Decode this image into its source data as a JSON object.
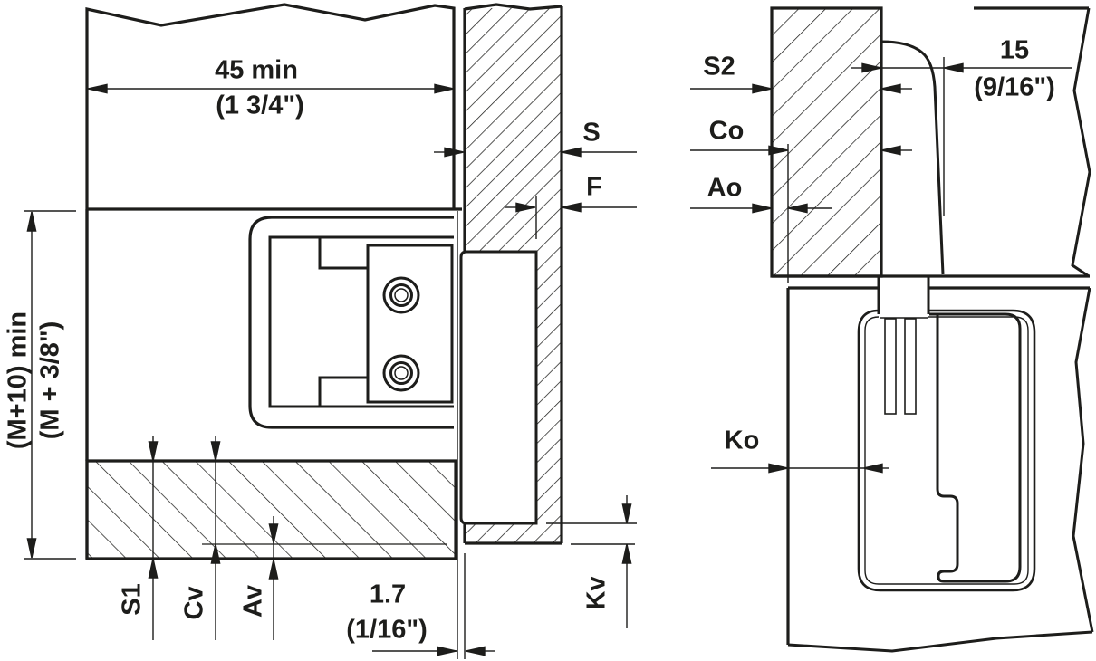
{
  "document": {
    "type": "technical-drawing",
    "subject": "Concealed hinge mounting dimensions, two cross-section views"
  },
  "colors": {
    "line": "#1d1d1b",
    "background": "#ffffff"
  },
  "views": {
    "front": {
      "name": "front-section-view",
      "dim_width": {
        "metric": "45 min",
        "imperial": "(1 3/4\")"
      },
      "dim_s": "S",
      "dim_f": "F",
      "dim_height": {
        "metric": "(M+10) min",
        "imperial": "(M + 3/8\")"
      },
      "dim_s1": "S1",
      "dim_cv": "Cv",
      "dim_av": "Av",
      "dim_gap": {
        "metric": "1.7",
        "imperial": "(1/16\")"
      },
      "dim_kv": "Kv"
    },
    "side": {
      "name": "side-section-view",
      "dim_s2": "S2",
      "dim_co": "Co",
      "dim_ao": "Ao",
      "dim_protrusion": {
        "metric": "15",
        "imperial": "(9/16\")"
      },
      "dim_ko": "Ko"
    }
  }
}
